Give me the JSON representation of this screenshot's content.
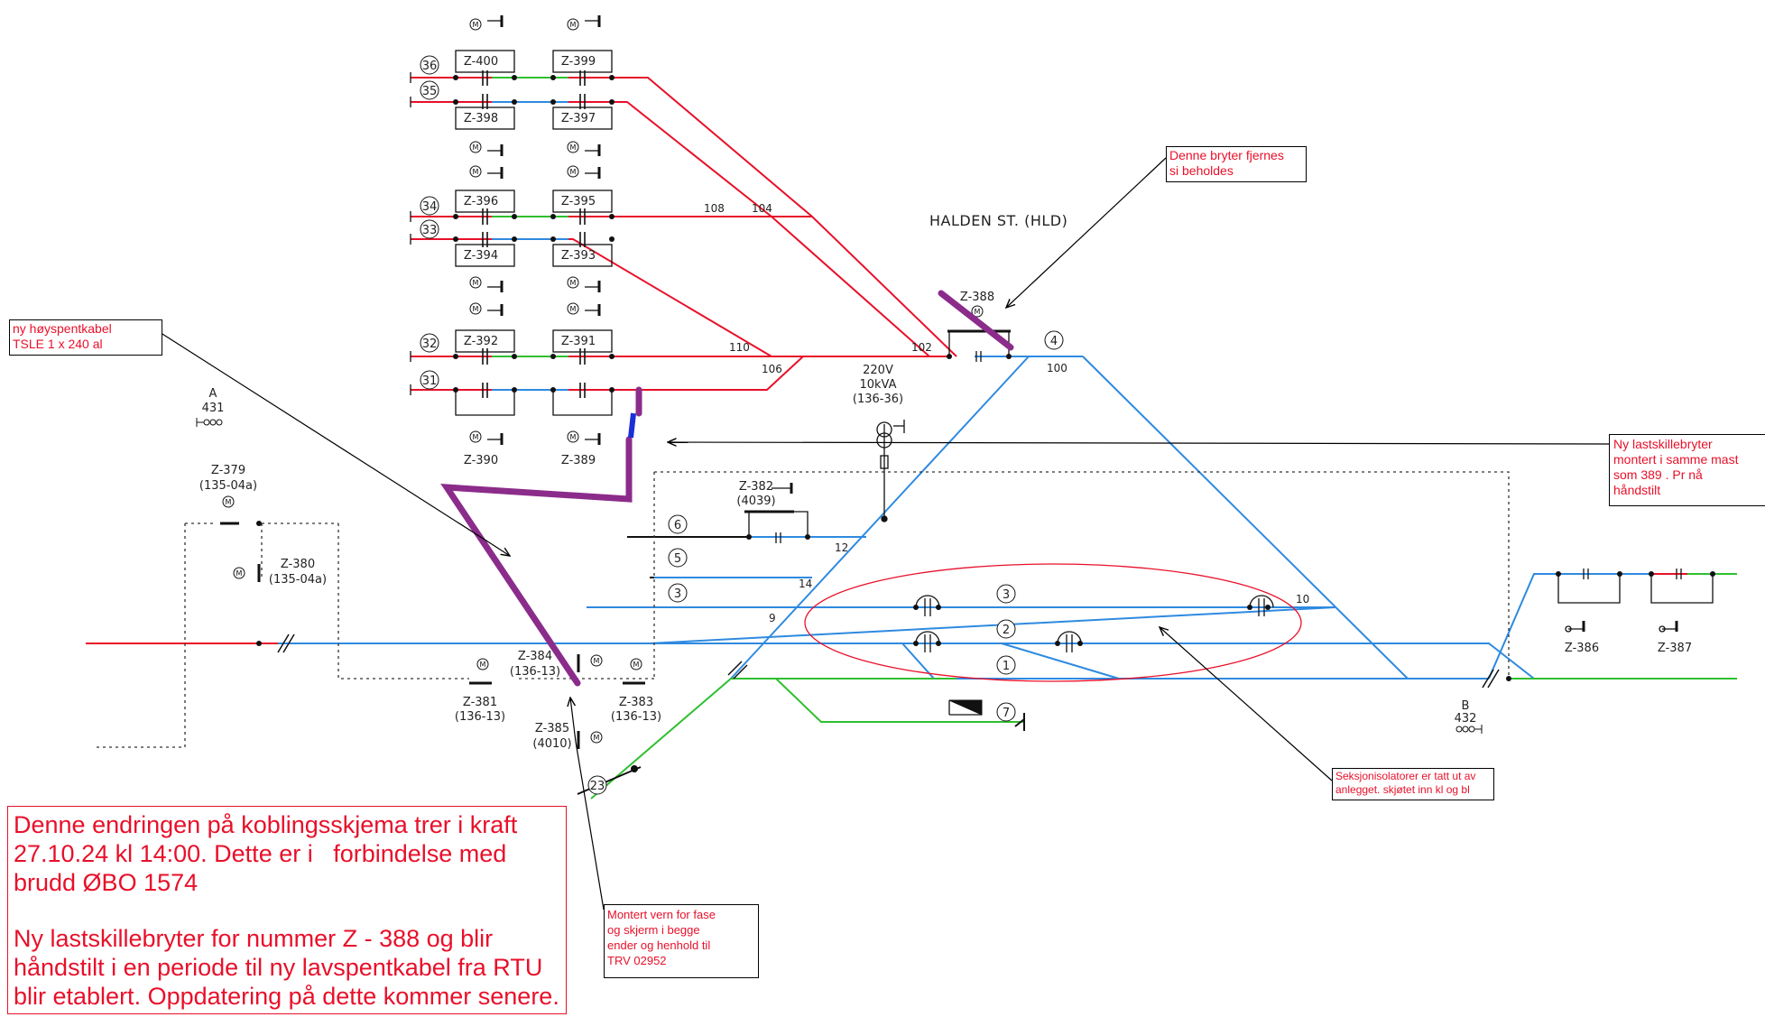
{
  "title": "HALDEN ST. (HLD)",
  "colors": {
    "red": "#e8102a",
    "blue": "#2e8ae0",
    "green": "#2fbf2f",
    "purple": "#8b2c8b",
    "dark_blue": "#1a2fd6",
    "black": "#111111"
  },
  "notes": {
    "main_line1": "Denne endringen på koblingsskjema trer i kraft 27.10.24 kl 14:00. Dette er i   forbindelse med brudd ØBO 1574",
    "main_line2": "Ny lastskillebryter for nummer Z - 388 og blir håndstilt i en periode til ny lavspentkabel fra RTU blir etablert. Oppdatering på dette kommer senere.",
    "fjernes": "Denne bryter fjernes\nsi beholdes",
    "kabel": "ny høyspentkabel\nTSLE 1 x 240 al",
    "lastskille": "Ny lastskillebryter\nmontert i samme mast\nsom 389 . Pr nå\nhåndstilt",
    "seksjon": "Seksjonisolatorer er tatt ut av\nanlegget. skjøtet inn kl og bl",
    "vern": "Montert vern for fase\nog skjerm i begge\nender og henhold til\nTRV 02952"
  },
  "switches": {
    "z400": "Z-400",
    "z399": "Z-399",
    "z398": "Z-398",
    "z397": "Z-397",
    "z396": "Z-396",
    "z395": "Z-395",
    "z394": "Z-394",
    "z393": "Z-393",
    "z392": "Z-392",
    "z391": "Z-391",
    "z390": "Z-390",
    "z389": "Z-389",
    "z388": "Z-388",
    "z382": "Z-382",
    "z382_sub": "(4039)",
    "z379": "Z-379",
    "z379_sub": "(135-04a)",
    "z380": "Z-380",
    "z380_sub": "(135-04a)",
    "z381": "Z-381",
    "z381_sub": "(136-13)",
    "z384": "Z-384",
    "z384_sub": "(136-13)",
    "z383": "Z-383",
    "z383_sub": "(136-13)",
    "z385": "Z-385",
    "z385_sub": "(4010)",
    "z386": "Z-386",
    "z387": "Z-387"
  },
  "tracks": {
    "t36": "36",
    "t35": "35",
    "t34": "34",
    "t33": "33",
    "t32": "32",
    "t31": "31",
    "t4": "4",
    "t6": "6",
    "t5": "5",
    "t3": "3",
    "t3b": "3",
    "t2": "2",
    "t1": "1",
    "t7": "7",
    "t23": "23"
  },
  "points": {
    "p108": "108",
    "p104": "104",
    "p110": "110",
    "p106": "106",
    "p102": "102",
    "p100": "100",
    "p12": "12",
    "p14": "14",
    "p9": "9",
    "p10": "10"
  },
  "transformer": {
    "l1": "220V",
    "l2": "10kVA",
    "l3": "(136-36)"
  },
  "signals": {
    "a_letter": "A",
    "a_num": "431",
    "b_letter": "B",
    "b_num": "432"
  }
}
